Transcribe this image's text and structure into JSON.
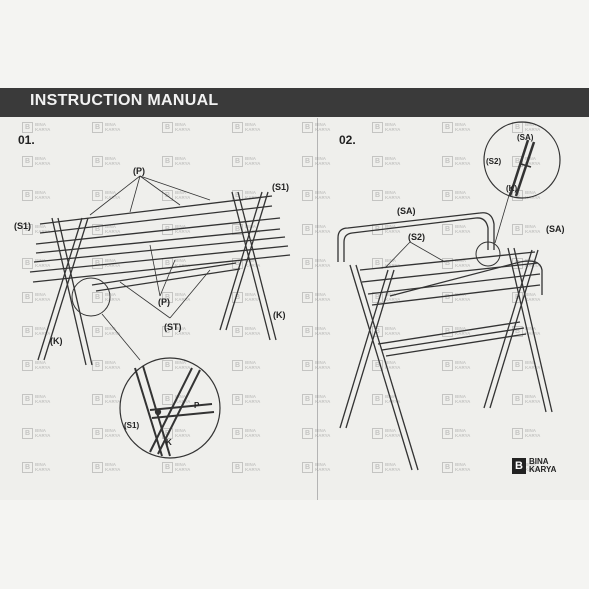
{
  "header": {
    "title": "INSTRUCTION MANUAL"
  },
  "steps": [
    {
      "number": "01."
    },
    {
      "number": "02."
    }
  ],
  "labels": {
    "p": "(P)",
    "s1": "(S1)",
    "st": "(ST)",
    "k": "(K)",
    "k_short": "K",
    "sa": "(SA)",
    "s2": "(S2)",
    "p_short": "P"
  },
  "brand": {
    "logo_mark": "B",
    "line1": "BINA",
    "line2": "KARYA"
  }
}
